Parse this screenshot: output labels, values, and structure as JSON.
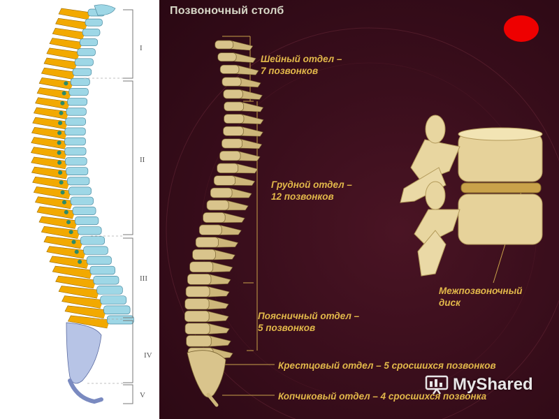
{
  "title": "Позвоночный столб",
  "regions_left": [
    "I",
    "II",
    "III",
    "IV",
    "V"
  ],
  "labels": {
    "cervical": [
      "Шейный отдел –",
      "7 позвонков"
    ],
    "thoracic": [
      "Грудной отдел –",
      "12 позвонков"
    ],
    "lumbar": [
      "Поясничный отдел –",
      "5 позвонков"
    ],
    "sacral": "Крестцовый отдел – 5 сросшихся позвонков",
    "coccygeal": "Копчиковый отдел – 4 сросшихся позвонка",
    "disc": [
      "Межпозвоночный",
      "диск"
    ]
  },
  "watermark": "MyShared",
  "colors": {
    "background": "#3a0e1c",
    "label": "#e2b84a",
    "bone": "#d9c48c",
    "dot": "#ee0000"
  }
}
